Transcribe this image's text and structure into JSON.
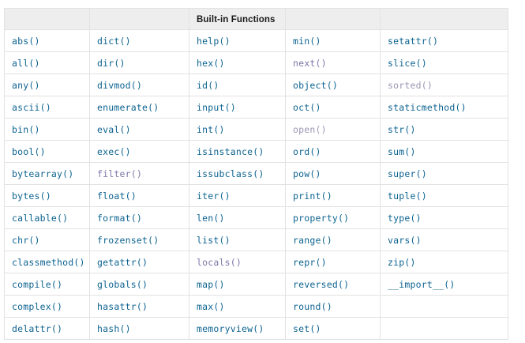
{
  "table": {
    "header": {
      "cells": [
        "",
        "",
        "Built-in Functions",
        "",
        ""
      ],
      "title": "Built-in Functions",
      "background": "#eeeeee",
      "text_color": "#1a1a1a"
    },
    "link_color": "#0d6390",
    "visited_color": "#7b78a8",
    "faded_color": "#9a96b4",
    "border_color": "#e2e2e2",
    "columns": 5,
    "rows": [
      [
        {
          "label": "abs()",
          "state": "link"
        },
        {
          "label": "dict()",
          "state": "link"
        },
        {
          "label": "help()",
          "state": "link"
        },
        {
          "label": "min()",
          "state": "link"
        },
        {
          "label": "setattr()",
          "state": "link"
        }
      ],
      [
        {
          "label": "all()",
          "state": "link"
        },
        {
          "label": "dir()",
          "state": "link"
        },
        {
          "label": "hex()",
          "state": "link"
        },
        {
          "label": "next()",
          "state": "visited"
        },
        {
          "label": "slice()",
          "state": "link"
        }
      ],
      [
        {
          "label": "any()",
          "state": "link"
        },
        {
          "label": "divmod()",
          "state": "link"
        },
        {
          "label": "id()",
          "state": "link"
        },
        {
          "label": "object()",
          "state": "link"
        },
        {
          "label": "sorted()",
          "state": "faded"
        }
      ],
      [
        {
          "label": "ascii()",
          "state": "link"
        },
        {
          "label": "enumerate()",
          "state": "link"
        },
        {
          "label": "input()",
          "state": "link"
        },
        {
          "label": "oct()",
          "state": "link"
        },
        {
          "label": "staticmethod()",
          "state": "link"
        }
      ],
      [
        {
          "label": "bin()",
          "state": "link"
        },
        {
          "label": "eval()",
          "state": "link"
        },
        {
          "label": "int()",
          "state": "link"
        },
        {
          "label": "open()",
          "state": "faded"
        },
        {
          "label": "str()",
          "state": "link"
        }
      ],
      [
        {
          "label": "bool()",
          "state": "link"
        },
        {
          "label": "exec()",
          "state": "link"
        },
        {
          "label": "isinstance()",
          "state": "link"
        },
        {
          "label": "ord()",
          "state": "link"
        },
        {
          "label": "sum()",
          "state": "link"
        }
      ],
      [
        {
          "label": "bytearray()",
          "state": "link"
        },
        {
          "label": "filter()",
          "state": "visited"
        },
        {
          "label": "issubclass()",
          "state": "link"
        },
        {
          "label": "pow()",
          "state": "link"
        },
        {
          "label": "super()",
          "state": "link"
        }
      ],
      [
        {
          "label": "bytes()",
          "state": "link"
        },
        {
          "label": "float()",
          "state": "link"
        },
        {
          "label": "iter()",
          "state": "link"
        },
        {
          "label": "print()",
          "state": "link"
        },
        {
          "label": "tuple()",
          "state": "link"
        }
      ],
      [
        {
          "label": "callable()",
          "state": "link"
        },
        {
          "label": "format()",
          "state": "link"
        },
        {
          "label": "len()",
          "state": "link"
        },
        {
          "label": "property()",
          "state": "link"
        },
        {
          "label": "type()",
          "state": "link"
        }
      ],
      [
        {
          "label": "chr()",
          "state": "link"
        },
        {
          "label": "frozenset()",
          "state": "link"
        },
        {
          "label": "list()",
          "state": "link"
        },
        {
          "label": "range()",
          "state": "link"
        },
        {
          "label": "vars()",
          "state": "link"
        }
      ],
      [
        {
          "label": "classmethod()",
          "state": "link"
        },
        {
          "label": "getattr()",
          "state": "link"
        },
        {
          "label": "locals()",
          "state": "visited"
        },
        {
          "label": "repr()",
          "state": "link"
        },
        {
          "label": "zip()",
          "state": "link"
        }
      ],
      [
        {
          "label": "compile()",
          "state": "link"
        },
        {
          "label": "globals()",
          "state": "link"
        },
        {
          "label": "map()",
          "state": "link"
        },
        {
          "label": "reversed()",
          "state": "link"
        },
        {
          "label": "__import__()",
          "state": "link"
        }
      ],
      [
        {
          "label": "complex()",
          "state": "link"
        },
        {
          "label": "hasattr()",
          "state": "link"
        },
        {
          "label": "max()",
          "state": "link"
        },
        {
          "label": "round()",
          "state": "link"
        },
        {
          "label": "",
          "state": "empty"
        }
      ],
      [
        {
          "label": "delattr()",
          "state": "link"
        },
        {
          "label": "hash()",
          "state": "link"
        },
        {
          "label": "memoryview()",
          "state": "link"
        },
        {
          "label": "set()",
          "state": "link"
        },
        {
          "label": "",
          "state": "empty"
        }
      ]
    ]
  }
}
